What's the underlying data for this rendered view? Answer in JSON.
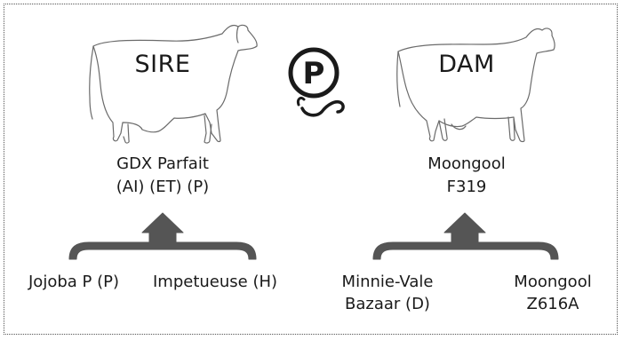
{
  "sire": {
    "label": "SIRE",
    "name_line1": "GDX Parfait",
    "name_line2": "(AI) (ET) (P)",
    "parents": {
      "left": "Jojoba P (P)",
      "right": "Impetueuse (H)"
    }
  },
  "dam": {
    "label": "DAM",
    "name_line1": "Moongool",
    "name_line2": "F319",
    "parents": {
      "left_line1": "Minnie-Vale",
      "left_line2": "Bazaar (D)",
      "right_line1": "Moongool",
      "right_line2": "Z616A"
    }
  },
  "logo": {
    "letter": "P",
    "icon": "polled-logo-icon"
  },
  "colors": {
    "ink": "#1a1a1a",
    "arrow": "#555555",
    "outline": "#6b6b6b"
  }
}
